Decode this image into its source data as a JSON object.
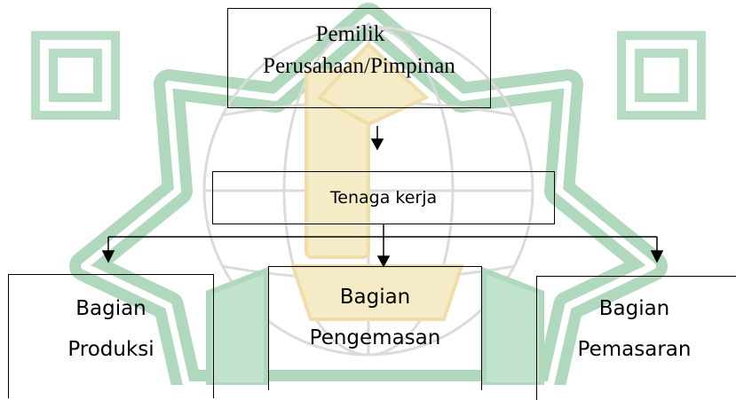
{
  "watermark": {
    "colors": {
      "green": "#3f9e62",
      "gold": "#e6c86a",
      "yellow": "#f2e6b0"
    },
    "icon": "islamic-star-globe-watermark"
  },
  "diagram": {
    "top_box": {
      "line1": "Pemilik",
      "line2": "Perusahaan/Pimpinan"
    },
    "middle_box": {
      "label": "Tenaga kerja"
    },
    "bottom_boxes": [
      {
        "line1": "Bagian",
        "line2": "Produksi"
      },
      {
        "line1": "Bagian",
        "line2": "Pengemasan"
      },
      {
        "line1": "Bagian",
        "line2": "Pemasaran"
      }
    ],
    "line_color": "#000000"
  }
}
